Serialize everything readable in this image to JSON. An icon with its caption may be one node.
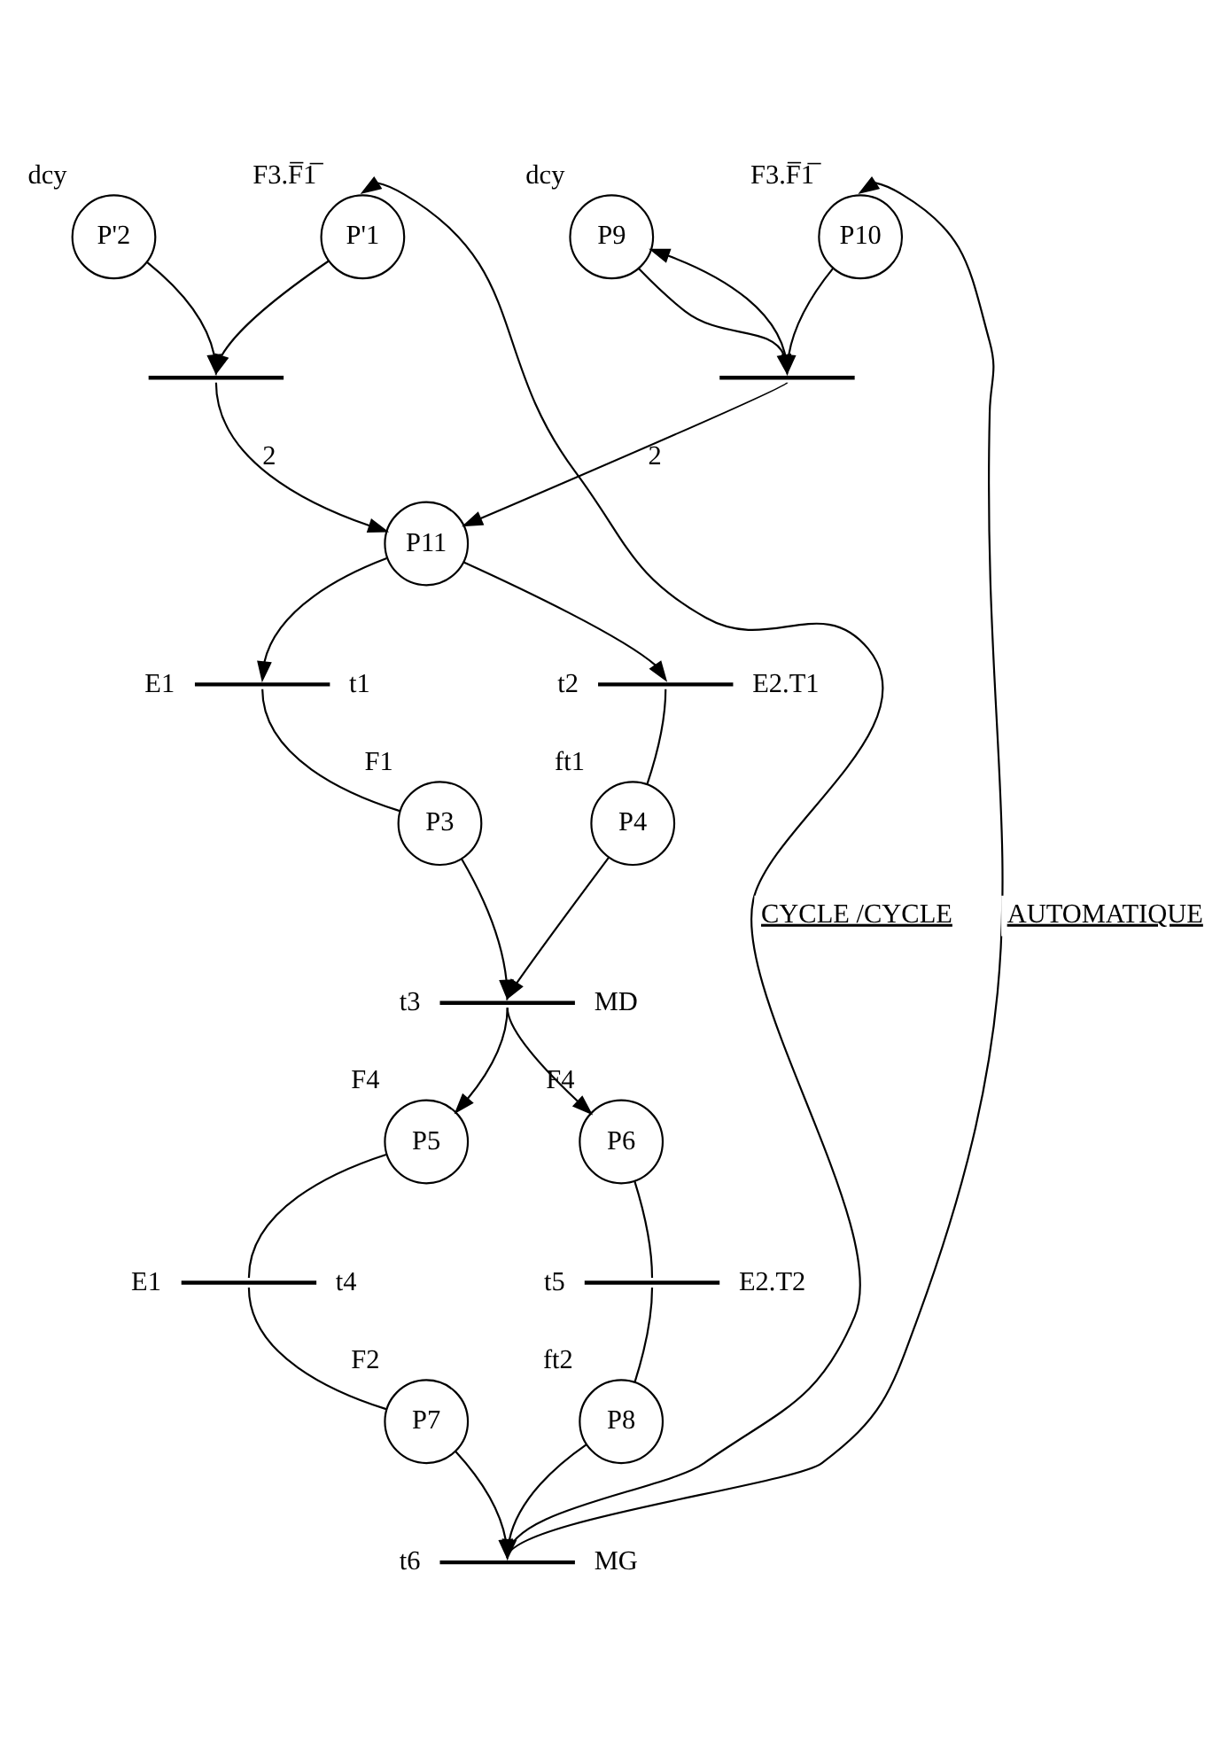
{
  "diagram": {
    "nodes": [
      {
        "text": [
          "P'2"
        ],
        "beside": [
          "dcy"
        ]
      },
      {
        "text": [
          "P'1"
        ],
        "beside": [
          "F3.F̅1̅"
        ]
      },
      {
        "text": [
          "P9"
        ],
        "beside": [
          "dcy"
        ]
      },
      {
        "text": [
          "P10"
        ],
        "beside": [
          "F3.F̅1̅"
        ]
      },
      {
        "text": [],
        "shape": "bar"
      },
      {
        "text": [],
        "shape": "bar"
      },
      {
        "text": [
          "P11"
        ]
      },
      {
        "text": [],
        "shape": "bar",
        "beside": [
          "E1",
          "t1"
        ]
      },
      {
        "text": [],
        "shape": "bar",
        "beside": [
          "t2",
          "E2.T1"
        ]
      },
      {
        "text": [
          "P3"
        ],
        "beside": [
          "F1"
        ]
      },
      {
        "text": [
          "P4"
        ],
        "beside": [
          "ft1"
        ]
      },
      {
        "text": [],
        "shape": "bar",
        "beside": [
          "t3",
          "MD"
        ]
      },
      {
        "text": [
          "P5"
        ],
        "beside": [
          "F4"
        ]
      },
      {
        "text": [
          "P6"
        ],
        "beside": [
          "F4"
        ]
      },
      {
        "text": [],
        "shape": "bar",
        "beside": [
          "E1",
          "t4"
        ]
      },
      {
        "text": [],
        "shape": "bar",
        "beside": [
          "t5",
          "E2.T2"
        ]
      },
      {
        "text": [
          "P7"
        ],
        "beside": [
          "F2"
        ]
      },
      {
        "text": [
          "P8"
        ],
        "beside": [
          "ft2"
        ]
      },
      {
        "text": [],
        "shape": "bar",
        "beside": [
          "t6",
          "MG"
        ]
      }
    ],
    "edges": [
      {
        "from": 0,
        "to": 4,
        "arrow": "to"
      },
      {
        "from": 1,
        "to": 4,
        "arrow": "to"
      },
      {
        "from": 4,
        "to": 6,
        "arrow": "to",
        "label": "2"
      },
      {
        "from": 2,
        "to": 5,
        "arrow": "to"
      },
      {
        "from": 3,
        "to": 5,
        "arrow": "to"
      },
      {
        "from": 5,
        "to": 2,
        "arrow": "to"
      },
      {
        "from": 5,
        "to": 6,
        "arrow": "to",
        "label": "2"
      },
      {
        "from": 6,
        "to": 7,
        "arrow": "to"
      },
      {
        "from": 6,
        "to": 8,
        "arrow": "to"
      },
      {
        "from": 7,
        "to": 9,
        "arrow": "none"
      },
      {
        "from": 8,
        "to": 10,
        "arrow": "none"
      },
      {
        "from": 9,
        "to": 11,
        "arrow": "to"
      },
      {
        "from": 10,
        "to": 11,
        "arrow": "to"
      },
      {
        "from": 11,
        "to": 12,
        "arrow": "to"
      },
      {
        "from": 11,
        "to": 13,
        "arrow": "to"
      },
      {
        "from": 12,
        "to": 14,
        "arrow": "none"
      },
      {
        "from": 14,
        "to": 16,
        "arrow": "none"
      },
      {
        "from": 13,
        "to": 15,
        "arrow": "none"
      },
      {
        "from": 15,
        "to": 17,
        "arrow": "none"
      },
      {
        "from": 16,
        "to": 18,
        "arrow": "to"
      },
      {
        "from": 17,
        "to": 18,
        "arrow": "to"
      },
      {
        "from": 18,
        "to": 1,
        "arrow": "to",
        "label": "CYCLE /CYCLE"
      },
      {
        "from": 18,
        "to": 3,
        "arrow": "to",
        "label": "AUTOMATIQUE"
      }
    ]
  }
}
